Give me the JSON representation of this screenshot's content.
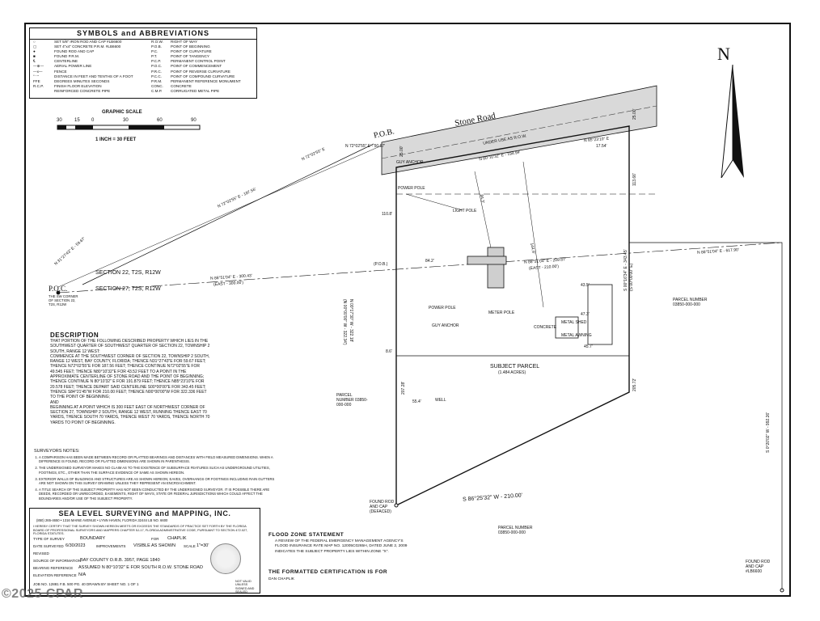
{
  "symbols": {
    "title": "SYMBOLS and ABBREVIATIONS",
    "left": [
      "SET 5/8\" IRON ROD AND CAP #LB6600",
      "SET 4\"x4\" CONCRETE P.R.M. #LB6600",
      "FOUND ROD AND CAP",
      "FOUND P.R.M.",
      "CENTERLINE",
      "AERIAL POWER LINE",
      "FENCE",
      "DISTANCE IN FEET AND TENTHS OF A FOOT",
      "DEGREES  MINUTES  SECONDS",
      "FINISH FLOOR ELEVATION",
      "REINFORCED CONCRETE PIPE"
    ],
    "left_keys": [
      "○",
      "▢",
      "●",
      "■",
      "℄",
      "—⊕—",
      "—x—",
      "",
      "°  '  \"",
      "FFE",
      "R.C.P."
    ],
    "right_keys": [
      "R.O.W.",
      "P.O.B.",
      "P.C.",
      "P.T.",
      "P.C.P.",
      "P.O.C.",
      "P.R.C.",
      "P.C.C.",
      "P.R.M.",
      "CONC.",
      "C.M.P."
    ],
    "right": [
      "RIGHT OF WAY",
      "POINT OF BEGINNING",
      "POINT OF CURVATURE",
      "POINT OF TANGENCY",
      "PERMANENT CONTROL POINT",
      "POINT OF COMMENCEMENT",
      "POINT OF REVERSE CURVATURE",
      "POINT OF COMPOUND CURVATURE",
      "PERMANENT REFERENCE MONUMENT",
      "CONCRETE",
      "CORRUGATED METAL PIPE"
    ]
  },
  "scale": {
    "title": "GRAPHIC SCALE",
    "ticks": [
      "30",
      "15",
      "0",
      "30",
      "60",
      "90"
    ],
    "caption": "1 INCH = 30 FEET"
  },
  "north": "N",
  "road": "Stone Road",
  "map_labels": {
    "pob_top": "P.O.B.",
    "under_use": "UNDER USE AS R.O.W.",
    "top_bearing": "N 80°10'32\" E - 194.94'",
    "corner_bearing": "N 85°23'10\" E",
    "corner_dist": "17.54'",
    "road_bearing": "N 72°02'55\" E - 187.56'",
    "road_bearing2": "N 72°02'55\" E",
    "road_bearing3": "N 72°02'55\" E - 50.67'",
    "diag_bearing": "N 31°27'43\" E - 59.67'",
    "section22": "SECTION 22, T2S, R12W",
    "section27": "SECTION 27, T2S, R12W",
    "poc": "P.O.C.",
    "poc_desc": "THE SW CORNER OF SECTION 22, T2S, R12W",
    "sec_bearing": "N 86°51'04\" E - 300.43'",
    "sec_east": "(EAST - 300.00')",
    "pob_paren": "(P.O.B.)",
    "mid_bearing": "N 86°51'04\" E - 209.87'",
    "mid_east": "(EAST - 210.00')",
    "right_bearing": "N 86°51'04\" E - 617.90'",
    "west_bearing": "N 00°17'30\" W - 322.18'",
    "west_paren": "(N 00°00'00\" W - 322.34')",
    "east_bearing": "S 00°16'34\" E - 343.45'",
    "east_paren": "(S 00°00'00\" E)",
    "bottom_bearing": "S 86°25'32\" W - 210.00'",
    "far_right": "S 0°20'02\" W - 992.26'",
    "subject": "SUBJECT PARCEL",
    "acres": "(1.484 ACRES)",
    "power_pole": "POWER POLE",
    "light_pole": "LIGHT POLE",
    "meter_pole": "METER POLE",
    "guy_anchor": "GUY ANCHOR",
    "concrete": "CONCRETE",
    "metal_shed": "METAL SHED",
    "metal_awning": "METAL AWNING",
    "well": "WELL",
    "parcel_left": "PARCEL NUMBER 03850-000-000",
    "parcel_right": "PARCEL NUMBER 03850-000-000",
    "parcel_bottom": "PARCEL NUMBER 03850-000-000",
    "found_rod_bl": "FOUND ROD AND CAP (DEFACED)",
    "found_rod_br": "FOUND ROD AND CAP #LB6600",
    "d_43": "43.5'",
    "d_47": "47.3'",
    "d_45": "45.7'",
    "d_84": "84.2'",
    "d_8": "8.6'",
    "d_110": "110.8'",
    "d_113": "113.66'",
    "d_205": "205.72'",
    "d_207": "207.28'",
    "d_25a": "25.00'",
    "d_25b": "25.00'",
    "d_144": "144.9'",
    "d_84b": "84.3'",
    "d_55": "55.4'"
  },
  "description": {
    "title": "DESCRIPTION",
    "body": "THAT PORTION OF THE FOLLOWING DESCRIBED PROPERTY WHICH LIES IN THE\nSOUTHWEST QUARTER OF SOUTHWEST QUARTER OF SECTION 22, TOWNSHIP 2\nSOUTH, RANGE 12 WEST:\nCOMMENCE AT THE SOUTHWEST CORNER OF SECTION 22, TOWNSHIP 2 SOUTH,\nRANGE 12 WEST, BAY COUNTY, FLORIDA; THENCE N31°27'43\"E FOR 59.67 FEET;\nTHENCE N72°02'55\"E FOR 187.56 FEET; THENCE CONTINUE N72°02'55\"E FOR\n49.545 FEET; THENCE N80°10'32\"E FOR 43.52 FEET TO A POINT IN THE\nAPPROXIMATE CENTERLINE OF STONE ROAD AND THE POINT OF BEGINNING;\nTHENCE CONTINUE N 80°10'32\" E FOR 191.879 FEET; THENCE N85°23'10\"E FOR\n20.578 FEET; THENCE DEPART SAID CENTERLINE S00°00'00\"E FOR 343.45 FEET;\nTHENCE S84°21'45\"W FOR 210.00 FEET; THENCE N00°00'00\"W FOR 322.336 FEET\nTO THE POINT OF BEGINNING;\nAND\nBEGINNING AT A POINT WHICH IS 300 FEET EAST OF NORTHWEST CORNER OF\nSECTION 27, TOWNSHIP 2 SOUTH, RANGE 12 WEST, RUNNING THENCE EAST 70\nYARDS, THENCE SOUTH 70 YARDS, THENCE WEST 70 YARDS, THENCE NORTH 70\nYARDS TO POINT OF BEGINNING."
  },
  "notes": {
    "title": "SURVEYORS NOTES:",
    "items": [
      "A COMPARISON HAS BEEN MADE BETWEEN RECORD OR PLATTED BEARINGS AND DISTANCES WITH FIELD MEASURED DIMENSIONS. WHEN A DIFFERENCE IS FOUND, RECORD OR PLATTED DIMENSIONS ARE SHOWN IN PARENTHESIS.",
      "THE UNDERSIGNED SURVEYOR MAKES NO CLAIM AS TO THE EXISTENCE OF SUBSURFACE FEATURES SUCH AS UNDERGROUND UTILITIES, FOOTINGS, ETC., OTHER THAN THE SURFACE EVIDENCE OF SAME AS SHOWN HEREON.",
      "EXTERIOR WALLS OF BUILDINGS AND STRUCTURES ARE AS SHOWN HEREON; EAVES, OVERHANGS OR FOOTINGS INCLUDING RAIN GUTTERS ARE NOT SHOWN ON THIS SURVEY DRAWING UNLESS THEY REPRESENT AN ENCROACHMENT.",
      "A TITLE SEARCH OF THE SUBJECT PROPERTY HAS NOT BEEN CONDUCTED BY THE UNDERSIGNED SURVEYOR. IT IS POSSIBLE THERE ARE DEEDS, RECORDED OR UNRECORDED, EASEMENTS, RIGHT OF WAYS, STATE OR FEDERAL JURISDICTIONS WHICH COULD AFFECT THE BOUNDARIES AND/OR USE OF THE SUBJECT PROPERTY."
    ]
  },
  "title_block": {
    "company": "SEA LEVEL SURVEYING and MAPPING, INC.",
    "address": "(850) 265-4650 • 1316 MAINE AVENUE • LYNN HAVEN, FLORIDA 32444   LB NO. 6600",
    "cert": "I HEREBY CERTIFY THAT THE SURVEY SHOWN HEREON MEETS OR EXCEEDS THE STANDARDS OF PRACTICE SET FORTH BY THE FLORIDA BOARD OF PROFESSIONAL SURVEYORS AND MAPPERS CHAPTER 5J-17, FLORIDA ADMINISTRATIVE CODE, PURSUANT TO SECTION 472.027, FLORIDA STATUTES.",
    "type_label": "TYPE OF SURVEY",
    "type_value": "BOUNDARY",
    "for_label": "FOR",
    "for_value": "CHAPLIK",
    "date_label": "DATE SURVEYED",
    "date_value": "6/30/2023",
    "impr_label": "IMPROVEMENTS",
    "impr_value": "VISIBLE AS SHOWN",
    "scale_label": "SCALE",
    "scale_value": "1\"=30'",
    "revised_label": "REVISED",
    "source_label": "SOURCE OF INFORMATION",
    "source_value": "BAY COUNTY O.R.B. 3957, PAGE 1840",
    "bearing_label": "BEARING REFERENCE",
    "bearing_value": "ASSUMED N 80°10'32\" E FOR SOUTH R.O.W. STONE ROAD",
    "elev_label": "ELEVATION REFERENCE",
    "elev_value": "N/A",
    "job_row": "JOB NO. 12881   F.B. 500   PG. 40   DRAWN BY   SHEET NO. 1 OF 1",
    "not_valid": "NOT VALID UNLESS SIGNED AND SEALED"
  },
  "flood": {
    "title": "FLOOD ZONE STATEMENT",
    "body": "A REVIEW OF THE FEDERAL EMERGENCY MANAGEMENT AGENCY'S FLOOD INSURANCE RATE MAP NO. 12005C0265H, DATED JUNE 2, 2009 INDICATES THE SUBJECT PROPERTY LIES WITHIN ZONE \"X\"."
  },
  "formatted": {
    "title": "THE FORMATTED CERTIFICATION IS FOR",
    "name": "DAN CHAPLIK"
  },
  "watermark": "©2025 CPAR"
}
